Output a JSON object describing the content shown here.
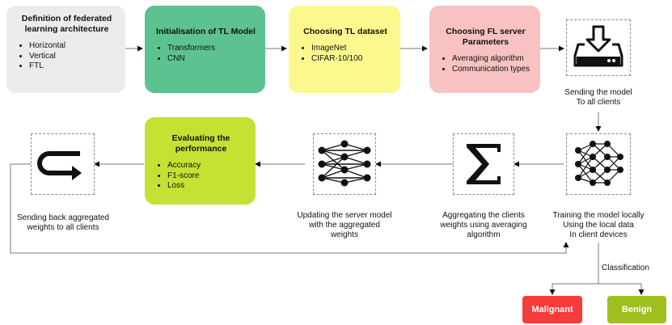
{
  "boxes": {
    "definition": {
      "title": "Definition of federated learning architecture",
      "items": [
        "Horizontal",
        "Vertical",
        "FTL"
      ],
      "color": "#ebebeb"
    },
    "init_model": {
      "title": "Initialisation of TL Model",
      "items": [
        "Transformers",
        "CNN"
      ],
      "color": "#5cc28f"
    },
    "choose_dataset": {
      "title": "Choosing TL dataset",
      "items": [
        "ImageNet",
        "CIFAR-10/100"
      ],
      "color": "#fbf98e"
    },
    "fl_params": {
      "title": "Choosing FL server Parameters",
      "items": [
        "Averaging algorithm",
        "Communication types"
      ],
      "color": "#f7c2c1"
    },
    "evaluate": {
      "title": "Evaluating the performance",
      "items": [
        "Accuracy",
        "F1-score",
        "Loss"
      ],
      "color": "#c3e234"
    }
  },
  "captions": {
    "send_model": [
      "Sending the model",
      "To all clients"
    ],
    "train_local": [
      "Training the model locally",
      "Using the local data",
      "In client devices"
    ],
    "aggregate": [
      "Aggregating the clients",
      "weights using averaging",
      "algorithm"
    ],
    "update_server": [
      "Updating the server model",
      "with the aggregated",
      "weights"
    ],
    "send_back": [
      "Sending back aggregated",
      "weights to all clients"
    ]
  },
  "classification_label": "Classification",
  "outcomes": {
    "malignant": {
      "label": "Malignant",
      "color": "#f53b3b"
    },
    "benign": {
      "label": "Benign",
      "color": "#9fc01f"
    }
  },
  "icons": [
    "server-download-icon",
    "neural-network-icon",
    "sigma-icon",
    "neural-network-icon",
    "return-arrow-icon"
  ]
}
